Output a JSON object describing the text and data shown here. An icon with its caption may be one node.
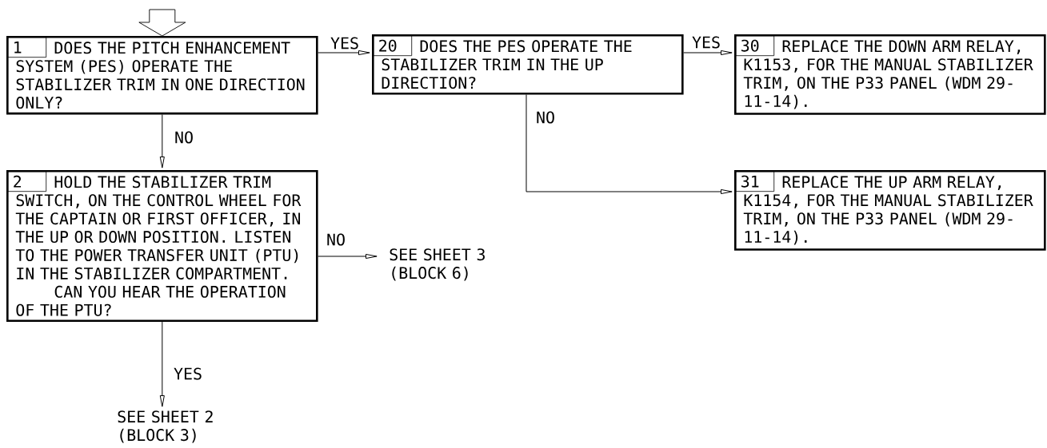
{
  "diagram": {
    "nodes": [
      {
        "text": [
          "1",
          "DOES THE PITCH ENHANCEMENT SYSTEM (PES) OPERATE THE STABILIZER TRIM IN ONE DIRECTION ONLY?"
        ]
      },
      {
        "text": [
          "20",
          "DOES THE PES OPERATE THE STABILIZER TRIM IN THE UP DIRECTION?"
        ]
      },
      {
        "text": [
          "30",
          "REPLACE THE DOWN ARM RELAY, K1153, FOR THE MANUAL STABILIZER TRIM, ON THE P33 PANEL (WDM 29-11-14)."
        ]
      },
      {
        "text": [
          "31",
          "REPLACE THE UP ARM RELAY, K1154, FOR THE MANUAL STABILIZER TRIM, ON THE P33 PANEL (WDM 29-11-14)."
        ]
      },
      {
        "text": [
          "2",
          "HOLD THE STABILIZER TRIM SWITCH, ON THE CONTROL WHEEL FOR THE CAPTAIN OR FIRST OFFICER, IN THE UP OR DOWN POSITION. LISTEN TO THE POWER TRANSFER UNIT (PTU) IN THE STABILIZER COMPARTMENT.",
          "CAN YOU HEAR THE OPERATION OF THE PTU?"
        ]
      },
      {
        "text": [
          "SEE SHEET 3 (BLOCK 6)"
        ]
      },
      {
        "text": [
          "SEE SHEET 2 (BLOCK 3)"
        ]
      }
    ],
    "edges": [
      {
        "from": null,
        "to": 0,
        "arrow": "to"
      },
      {
        "from": 0,
        "to": 1,
        "arrow": "to",
        "label": "YES"
      },
      {
        "from": 1,
        "to": 2,
        "arrow": "to",
        "label": "YES"
      },
      {
        "from": 1,
        "to": 3,
        "arrow": "to",
        "label": "NO"
      },
      {
        "from": 0,
        "to": 4,
        "arrow": "to",
        "label": "NO"
      },
      {
        "from": 4,
        "to": 5,
        "arrow": "to",
        "label": "NO"
      },
      {
        "from": 4,
        "to": 6,
        "arrow": "to",
        "label": "YES"
      }
    ]
  }
}
